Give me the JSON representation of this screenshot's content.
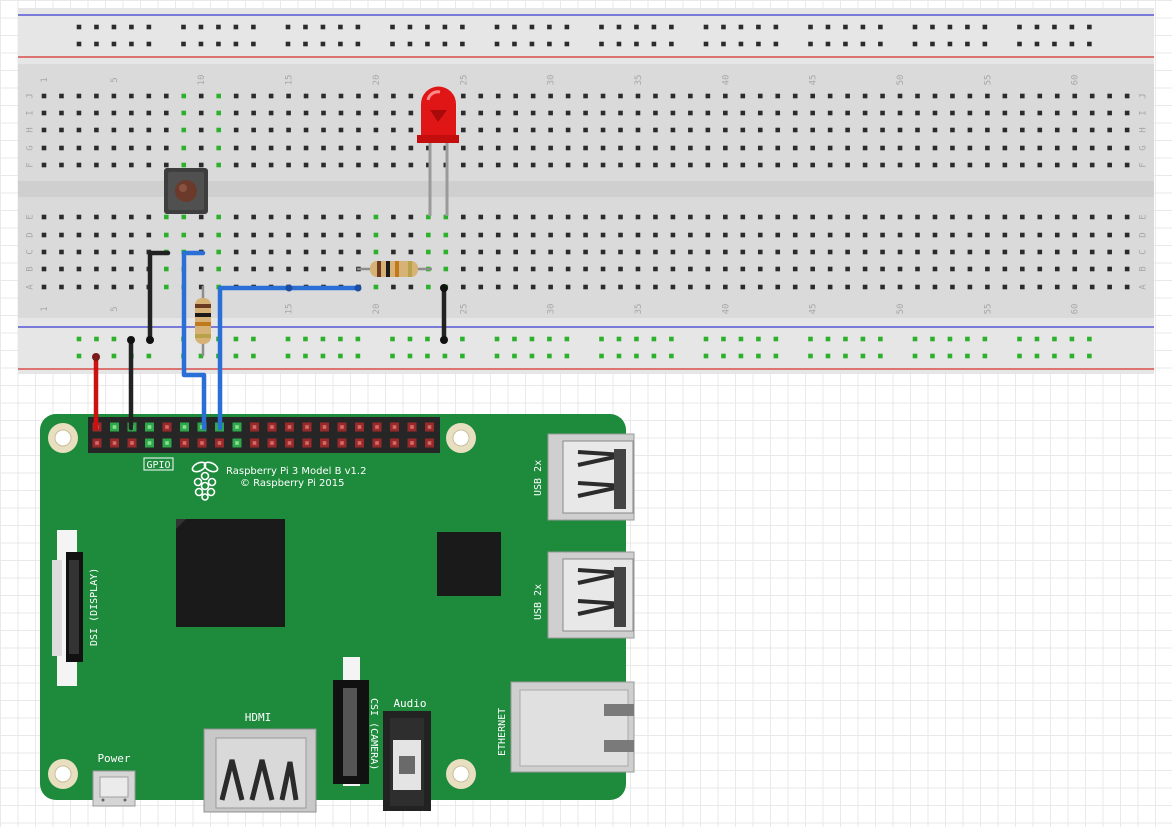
{
  "breadboard": {
    "column_numbers": [
      "1",
      "5",
      "10",
      "15",
      "20",
      "25",
      "30",
      "35",
      "40",
      "45",
      "50",
      "55",
      "60"
    ],
    "row_letters_top": [
      "J",
      "I",
      "H",
      "G",
      "F"
    ],
    "row_letters_bottom": [
      "E",
      "D",
      "C",
      "B",
      "A"
    ]
  },
  "pi": {
    "model": "Raspberry Pi 3 Model B v1.2",
    "copyright": "© Raspberry Pi 2015",
    "gpio_label": "GPIO",
    "usb_label_1": "USB 2x",
    "usb_label_2": "USB 2x",
    "ethernet_label": "ETHERNET",
    "dsi_label": "DSI (DISPLAY)",
    "csi_label": "CSI (CAMERA)",
    "hdmi_label": "HDMI",
    "audio_label": "Audio",
    "power_label": "Power"
  },
  "colors": {
    "pcb": "#1d8a3c",
    "wire_red": "#cc1111",
    "wire_black": "#222222",
    "wire_blue": "#2a6fd6",
    "led": "#e01515",
    "rail_red": "#d83030",
    "rail_blue": "#3a3ad0"
  },
  "components": {
    "led_icon": "led-icon",
    "button_icon": "pushbutton-icon",
    "resistor_icon": "resistor-icon",
    "raspberry_logo": "raspberry-logo-icon"
  }
}
